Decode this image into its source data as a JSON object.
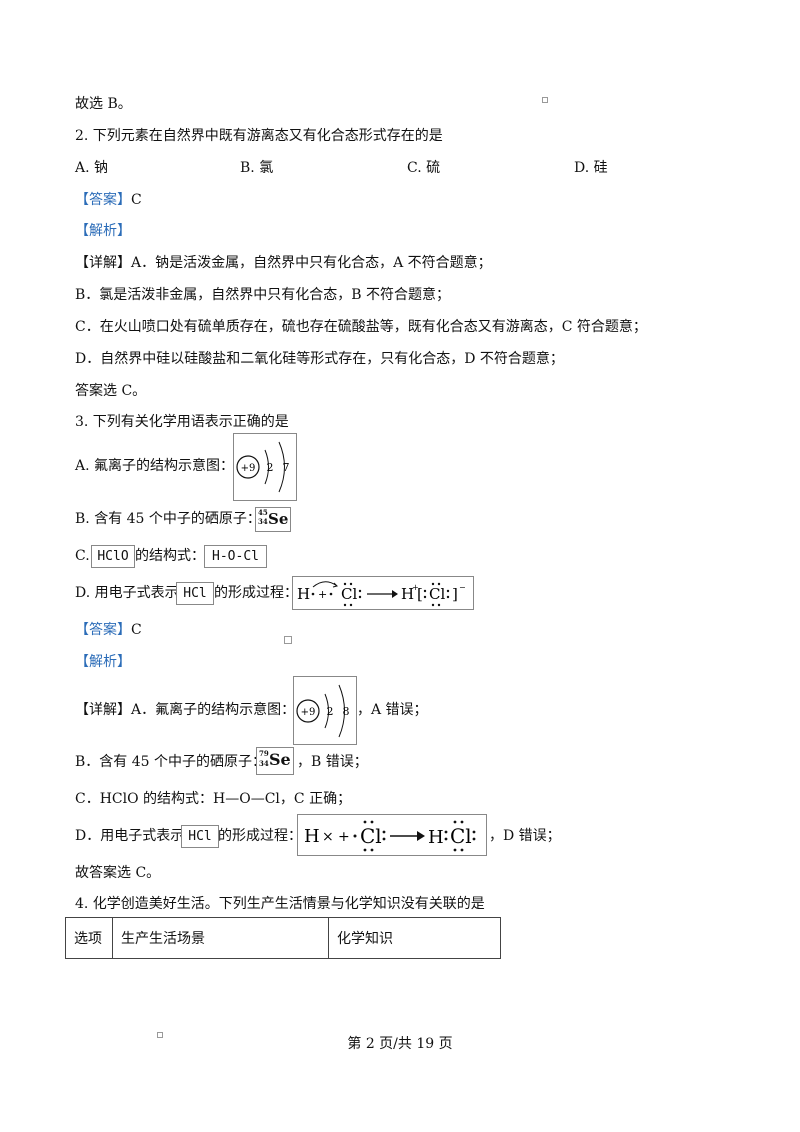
{
  "intro": "故选 B。",
  "q2": {
    "question": "2. 下列元素在自然界中既有游离态又有化合态形式存在的是",
    "options": [
      "A. 钠",
      "B. 氯",
      "C. 硫",
      "D. 硅"
    ],
    "answer_tag": "【答案】",
    "answer": "C",
    "analysis_tag": "【解析】",
    "detail_tag": "【详解】",
    "detail_a": "A．钠是活泼金属，自然界中只有化合态，A 不符合题意；",
    "detail_b": "B．氯是活泼非金属，自然界中只有化合态，B 不符合题意；",
    "detail_c": "C．在火山喷口处有硫单质存在，硫也存在硫酸盐等，既有化合态又有游离态，C 符合题意；",
    "detail_d": "D．自然界中硅以硅酸盐和二氧化硅等形式存在，只有化合态，D 不符合题意；",
    "conclusion": "答案选 C。"
  },
  "q3": {
    "question": "3. 下列有关化学用语表示正确的是",
    "opt_a": "A. 氟离子的结构示意图：",
    "opt_b": "B. 含有 45 个中子的硒原子：",
    "opt_c_prefix": "C.",
    "opt_c_suffix": "的结构式：",
    "opt_d_prefix": "D. 用电子式表示",
    "opt_d_suffix": "的形成过程：",
    "nucleus": "+9",
    "shell_wrong": [
      "2",
      "7"
    ],
    "shell_right": [
      "2",
      "8"
    ],
    "se_wrong": {
      "mass": "45",
      "atomic": "34",
      "symbol": "Se"
    },
    "se_right": {
      "mass": "79",
      "atomic": "34",
      "symbol": "Se"
    },
    "hclo_formula": "HClO",
    "hclo_structure": "H-O-Cl",
    "hcl_formula": "HCl",
    "answer_tag": "【答案】",
    "answer": "C",
    "analysis_tag": "【解析】",
    "detail_tag": "【详解】",
    "detail_a_prefix": "A．氟离子的结构示意图：",
    "detail_a_suffix": "，A 错误；",
    "detail_b_prefix": "B．含有 45 个中子的硒原子：",
    "detail_b_suffix": "，B 错误；",
    "detail_c": "C．HClO 的结构式：H—O—Cl，C 正确；",
    "detail_d_prefix": "D．用电子式表示",
    "detail_d_suffix": "，D 错误；",
    "conclusion": "故答案选 C。"
  },
  "q4": {
    "question": "4. 化学创造美好生活。下列生产生活情景与化学知识没有关联的是",
    "table_headers": [
      "选项",
      "生产生活场景",
      "化学知识"
    ]
  },
  "footer": "第 2 页/共 19 页"
}
